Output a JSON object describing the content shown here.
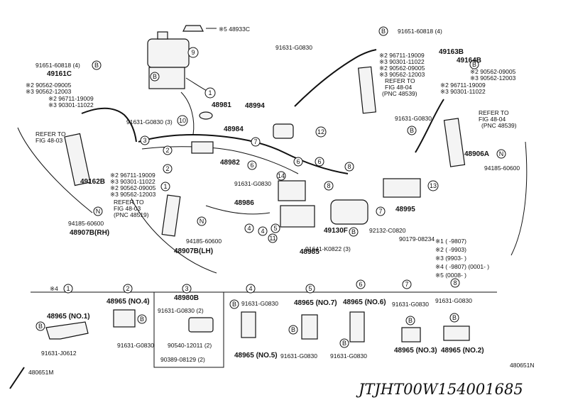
{
  "top": {
    "cap_code": "※5 48933C",
    "cap_callout": "9",
    "master_cyl": "48981",
    "reservoir_item": "1",
    "b_label": "B"
  },
  "left_block": {
    "hose_a": "91651-60818 (4)",
    "hose_b": "49161C",
    "w1": "※2 90562-09005",
    "w2": "※3 90562-12003",
    "w3": "※2 96711-19009",
    "w4": "※3 90301-11022",
    "refer": "REFER TO",
    "fig": "FIG 48-03",
    "hose_c": "49162B",
    "w5": "※2 96711-19009",
    "w6": "※3 90301-11022",
    "w7": "※2 90562-09005",
    "w8": "※3 90562-12003",
    "refer2": "REFER TO",
    "fig2": "FIG 48-03",
    "pnc2": "(PNC 48519)",
    "bolt_l": "94185-60600",
    "rb": "48907B(RH)",
    "lh": "48907B(LH)",
    "bolt_c": "94185-60600"
  },
  "center": {
    "bolt1": "91631-G0830 (3)",
    "p48984": "48984",
    "p48994": "48994",
    "p48982": "48982",
    "bolt2": "91631-G0830",
    "bolt3": "91631-G0830",
    "p48986": "48986",
    "p48985": "48985",
    "p49130": "49130F",
    "bolt4": "91641-K0822 (3)",
    "washer": "92132-C0820",
    "bolt5": "90179-08234"
  },
  "right_block": {
    "hose_a": "91651-60818 (4)",
    "hose_b": "49163B",
    "w1": "※2 96711-19009",
    "w2": "※3 90301-11022",
    "w3": "※2 90562-09005",
    "w4": "※3 90562-12003",
    "refer": "REFER TO",
    "fig": "FIG 48-04",
    "pnc": "(PNC 48539)",
    "hose_c": "49164B",
    "w5": "※2 90562-09005",
    "w6": "※3 90562-12003",
    "w7": "※2 96711-19009",
    "w8": "※3 90301-11022",
    "refer2": "REFER TO",
    "fig2": "FIG 48-04",
    "pnc2": "(PNC 48539)",
    "bolt_top": "91631-G0830",
    "p48906": "48906A",
    "bolt_r": "94185-60600",
    "p48995": "48995"
  },
  "legend": [
    "※1 (         -9807)",
    "※2 (         -9903)",
    "※3 (9903-         )",
    "※4 (         -9807) (0001-         )",
    "※5 (0008-         )"
  ],
  "sections": [
    {
      "num": "1",
      "prefix": "※4",
      "part": "48965 (NO.1)",
      "bolt": "91631-J0612"
    },
    {
      "num": "2",
      "prefix": "",
      "part": "48965 (NO.4)",
      "bolt": "91631-G0830"
    },
    {
      "num": "3",
      "prefix": "",
      "part": "48980B",
      "bolt": "91631-G0830 (2)",
      "extra1": "90540-12011 (2)",
      "extra2": "90389-08129 (2)"
    },
    {
      "num": "4",
      "prefix": "",
      "part": "48965 (NO.5)",
      "bolt": "91631-G0830"
    },
    {
      "num": "5",
      "prefix": "",
      "part": "48965 (NO.7)",
      "bolt": "91631-G0830"
    },
    {
      "num": "6",
      "prefix": "",
      "part": "48965 (NO.6)",
      "bolt": "91631-G0830"
    },
    {
      "num": "7",
      "prefix": "",
      "part": "48965 (NO.3)",
      "bolt": "91631-G0830"
    },
    {
      "num": "8",
      "prefix": "",
      "part": "48965 (NO.2)",
      "bolt": "91631-G0830"
    }
  ],
  "footer": {
    "left_code": "480651M",
    "right_code": "480651N",
    "handwriting": "JTJHT00W154001685"
  }
}
